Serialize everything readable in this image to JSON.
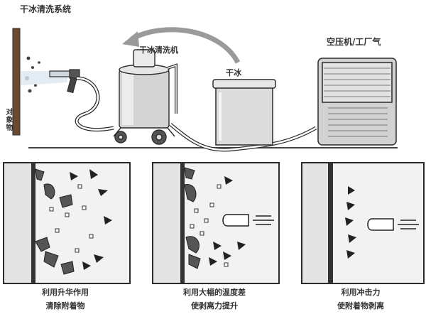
{
  "labels": {
    "system": "干冰清洗系统",
    "washer": "干冰清洗机",
    "dry_ice": "干冰",
    "compressor": "空压机/工厂气",
    "target": "对象物"
  },
  "captions": [
    {
      "line1": "利用升华作用",
      "line2": "清除附着物"
    },
    {
      "line1": "利用大幅的温度差",
      "line2": "使剥离力提升"
    },
    {
      "line1": "利用冲击力",
      "line2": "使附着物剥离"
    }
  ],
  "colors": {
    "metal": "#cfcfcf",
    "outline": "#2b2b2b",
    "arrow": "#9a9a9a",
    "panel_bg": "#f2f2f2"
  }
}
